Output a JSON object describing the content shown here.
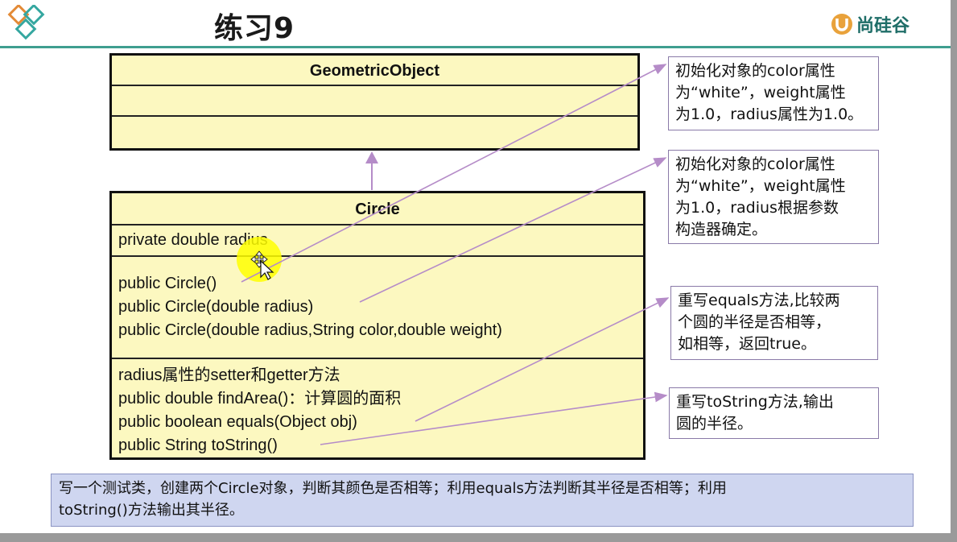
{
  "slide": {
    "title": "练习9",
    "brand": "尚硅谷"
  },
  "uml": {
    "parent_class": {
      "name": "GeometricObject"
    },
    "child_class": {
      "name": "Circle",
      "attributes": [
        "private double radius"
      ],
      "constructors": [
        "public Circle()",
        "public Circle(double radius)",
        "public Circle(double radius,String color,double weight)"
      ],
      "methods": [
        "radius属性的setter和getter方法",
        "public double findArea()：计算圆的面积",
        "public boolean equals(Object obj)",
        "public String toString()"
      ]
    }
  },
  "notes": [
    {
      "lines": [
        "初始化对象的color属性",
        "为“white”，weight属性",
        "为1.0，radius属性为1.0。"
      ]
    },
    {
      "lines": [
        "初始化对象的color属性",
        "为“white”，weight属性",
        "为1.0，radius根据参数",
        "构造器确定。"
      ]
    },
    {
      "lines": [
        "重写equals方法,比较两",
        "个圆的半径是否相等，",
        "如相等，返回true。"
      ]
    },
    {
      "lines": [
        "重写toString方法,输出",
        "圆的半径。"
      ]
    }
  ],
  "exercise_text": {
    "lines": [
      "写一个测试类，创建两个Circle对象，判断其颜色是否相等；利用equals方法判断其半径是否相等；利用",
      "toString()方法输出其半径。"
    ]
  },
  "colors": {
    "class_fill": "#fcf8c0",
    "header_rule": "#3f9e8f",
    "arrow": "#b58cc8",
    "exercise_fill": "#cfd6f0",
    "cursor_highlight": "#ffff00"
  }
}
